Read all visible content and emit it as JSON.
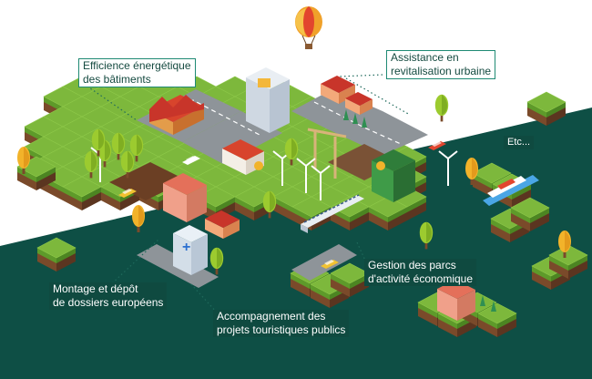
{
  "colors": {
    "background": "#ffffff",
    "dark_band": "#0e4f45",
    "grass_top": "#7db83c",
    "grass_left": "#5e9a2a",
    "grass_right": "#4c8522",
    "soil_left": "#7a4a2a",
    "soil_right": "#5b3520",
    "road": "#8e9499",
    "road_marking": "#ffffff",
    "label_border": "#1f8a74",
    "label_text": "#154a40",
    "label_dark_bg": "#0f4a40"
  },
  "labels": {
    "efficience": {
      "line1": "Efficience énergétique",
      "line2": "des bâtiments"
    },
    "assistance": {
      "line1": "Assistance en",
      "line2": "revitalisation urbaine"
    },
    "etc": {
      "line1": "Etc..."
    },
    "gestion": {
      "line1": "Gestion des parcs",
      "line2": "d'activité économique"
    },
    "montage": {
      "line1": "Montage et dépôt",
      "line2": "de dossiers européens"
    },
    "accompagnement": {
      "line1": "Accompagnement des",
      "line2": "projets touristiques publics"
    }
  },
  "icons": [
    "hot-air-balloon-icon",
    "factory-icon",
    "office-building-icon",
    "house-icon",
    "wind-turbine-icon",
    "crane-icon",
    "train-icon",
    "boat-icon",
    "hospital-icon",
    "tree-icon",
    "car-icon"
  ]
}
